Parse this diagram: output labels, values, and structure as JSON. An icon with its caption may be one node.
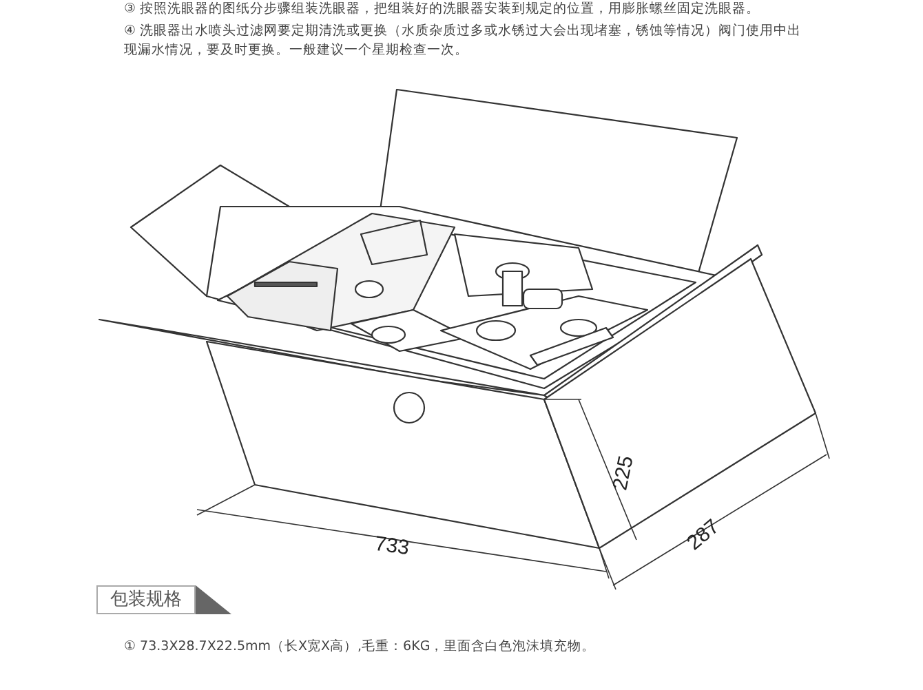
{
  "diagram": {
    "nodes": [
      {
        "text": [
          "包装规格"
        ]
      }
    ],
    "labels": [
      "③ 按照洗眼器的图纸分步骤组装洗眼器，把组装好的洗眼器安装到规定的位置，用膨胀螺丝固定洗眼器。",
      "④ 洗眼器出水喷头过滤网要定期清洗或更换（水质杂质过多或水锈过大会出现堵塞，锈蚀等情况）阀门使用中出现漏水情况，要及时更换。一般建议一个星期检查一次。",
      "225",
      "733",
      "287",
      "① 73.3X28.7X22.5mm（长X宽X高）,毛重：6KG，里面含白色泡沫填充物。"
    ]
  }
}
